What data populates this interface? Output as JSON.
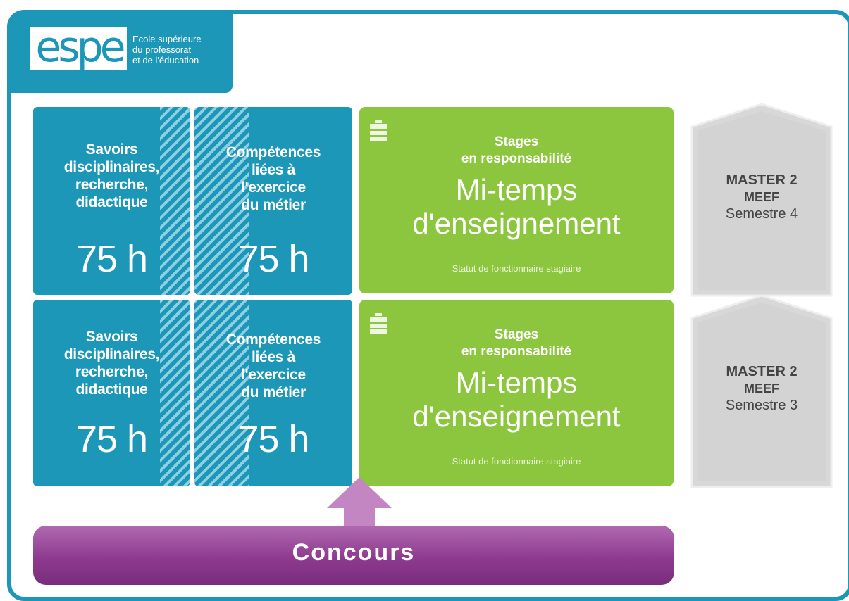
{
  "logo": {
    "word": "espe",
    "tagline": [
      "Ecole supérieure",
      "du professorat",
      "et de l'éducation"
    ]
  },
  "rows": [
    {
      "savoirs": {
        "lines": [
          "Savoirs",
          "disciplinaires,",
          "recherche,",
          "didactique"
        ],
        "hours": "75 h"
      },
      "competences": {
        "lines": [
          "Compétences",
          "liées à",
          "l'exercice",
          "du métier"
        ],
        "hours": "75 h"
      },
      "stages": {
        "title_lines": [
          "Stages",
          "en responsabilité"
        ],
        "main_lines": [
          "Mi-temps",
          "d'enseignement"
        ],
        "statut": "Statut de fonctionnaire stagiaire"
      },
      "master": {
        "title": "MASTER 2",
        "degree": "MEEF",
        "semester": "Semestre 4"
      }
    },
    {
      "savoirs": {
        "lines": [
          "Savoirs",
          "disciplinaires,",
          "recherche,",
          "didactique"
        ],
        "hours": "75 h"
      },
      "competences": {
        "lines": [
          "Compétences",
          "liées à",
          "l'exercice",
          "du métier"
        ],
        "hours": "75 h"
      },
      "stages": {
        "title_lines": [
          "Stages",
          "en responsabilité"
        ],
        "main_lines": [
          "Mi-temps",
          "d'enseignement"
        ],
        "statut": "Statut de fonctionnaire stagiaire"
      },
      "master": {
        "title": "MASTER 2",
        "degree": "MEEF",
        "semester": "Semestre 3"
      }
    }
  ],
  "concours": "Concours",
  "colors": {
    "blue": "#1d97b8",
    "green": "#8cc63f",
    "purple": "#8e3a8f",
    "grey": "#d8d8d8"
  }
}
